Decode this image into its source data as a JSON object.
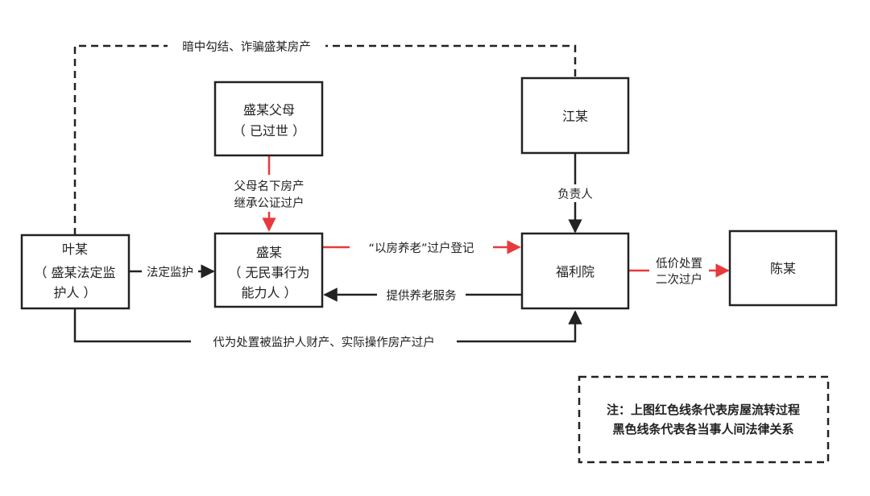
{
  "colors": {
    "property_flow": "#e8393c",
    "legal_relation": "#222222"
  },
  "nodes": {
    "ye": {
      "lines": [
        "叶某",
        "（ 盛某法定监",
        "护人 ）"
      ]
    },
    "parents": {
      "lines": [
        "盛某父母",
        "（ 已过世 ）"
      ]
    },
    "sheng": {
      "lines": [
        "盛某",
        "（ 无民事行为",
        "能力人 ）"
      ]
    },
    "jiang": {
      "lines": [
        "江某"
      ]
    },
    "fuliyuan": {
      "lines": [
        "福利院"
      ]
    },
    "chen": {
      "lines": [
        "陈某"
      ]
    }
  },
  "edges": {
    "collusion": {
      "lines": [
        "暗中勾结、诈骗盛某房产"
      ]
    },
    "inherit": {
      "lines": [
        "父母名下房产",
        "继承公证过户"
      ]
    },
    "guardianship": {
      "lines": [
        "法定监护"
      ]
    },
    "transfer": {
      "lines": [
        "“以房养老”过户登记"
      ]
    },
    "elder_service": {
      "lines": [
        "提供养老服务"
      ]
    },
    "responsible": {
      "lines": [
        "负责人"
      ]
    },
    "resale": {
      "lines": [
        "低价处置",
        "二次过户"
      ]
    },
    "dispose": {
      "lines": [
        "代为处置被监护人财产、实际操作房产过户"
      ]
    }
  },
  "note": {
    "lines": [
      "注：上图红色线条代表房屋流转过程",
      "黑色线条代表各当事人间法律关系"
    ]
  }
}
